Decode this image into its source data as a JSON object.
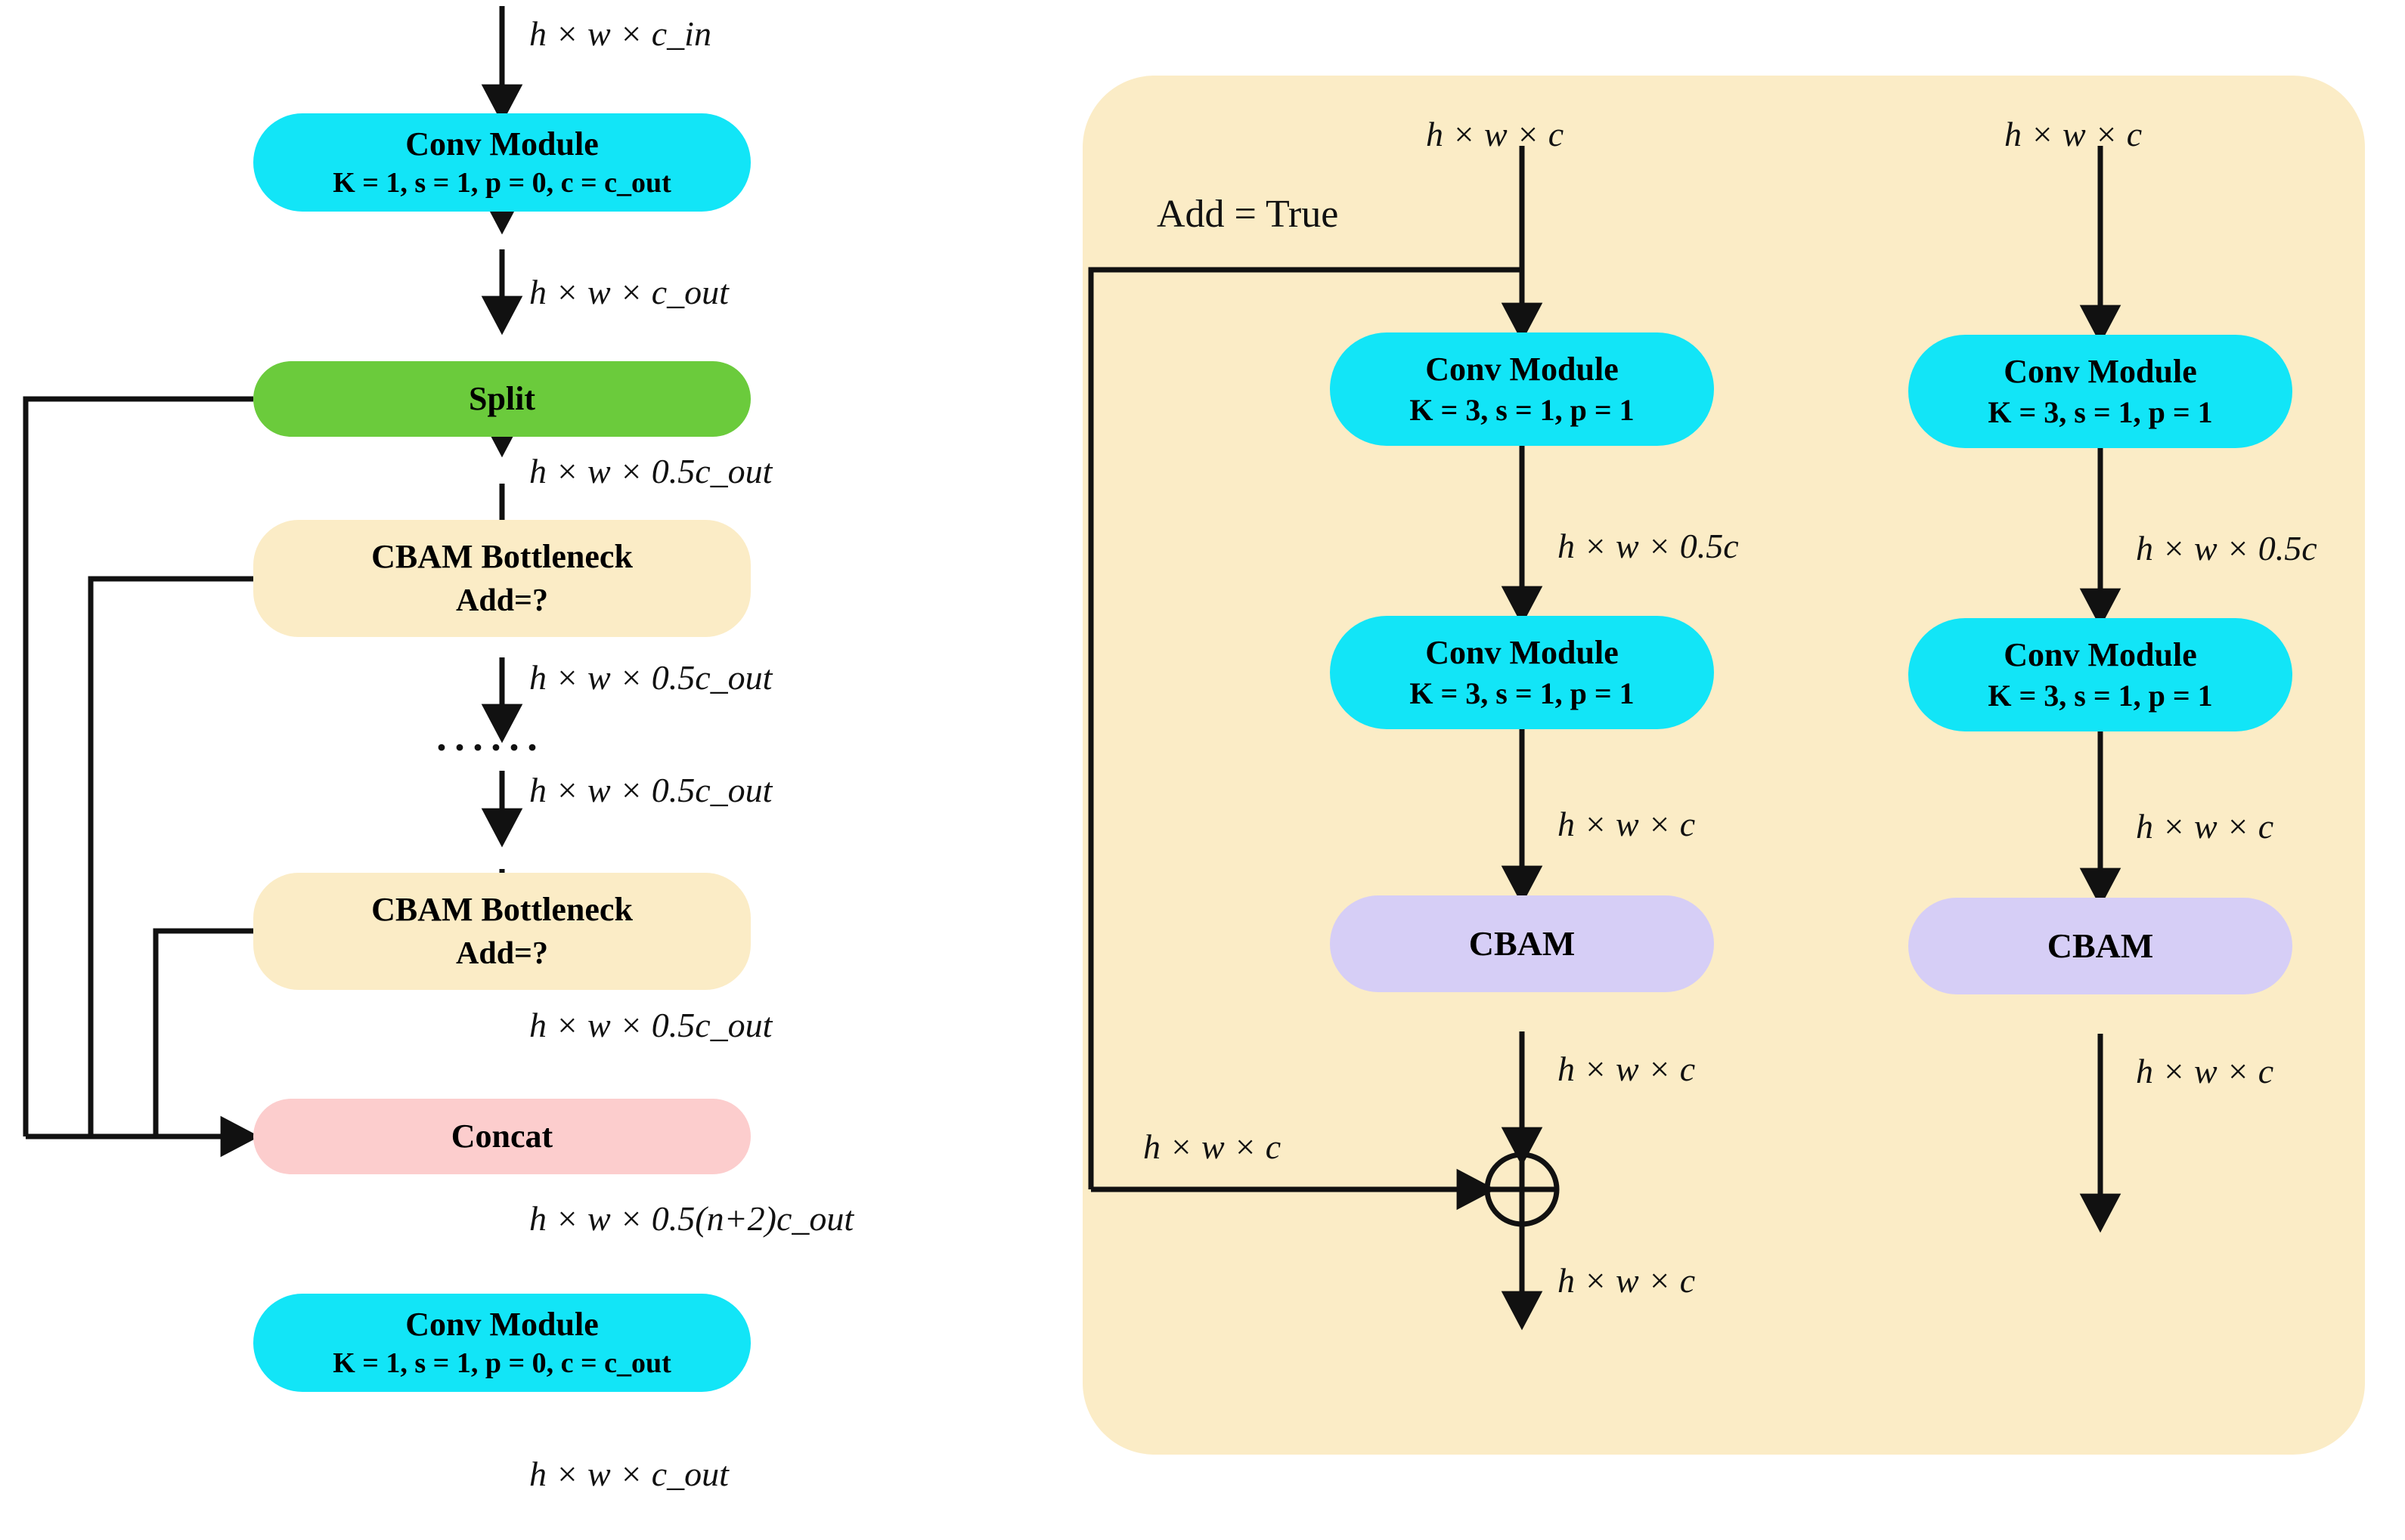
{
  "diagram": {
    "title": "CBAM CSP block and CBAM Bottleneck detail",
    "colors": {
      "conv_module": "#12E5F7",
      "split": "#6BCB3C",
      "cbam_bottleneck": "#FBECC6",
      "concat": "#FCCDCD",
      "cbam": "#D6CEF6",
      "panel_background": "#FBECC6",
      "arrow": "#111111"
    }
  },
  "left_panel": {
    "input_label": "h × w × c_in",
    "nodes": [
      {
        "id": "conv_top",
        "line1": "Conv Module",
        "line2": "K = 1, s = 1, p = 0, c = c_out",
        "color": "#12E5F7"
      },
      {
        "id": "split",
        "line1": "Split",
        "line2": "",
        "color": "#6BCB3C"
      },
      {
        "id": "cbam_bn_1",
        "line1": "CBAM Bottleneck",
        "line2": "Add=?",
        "color": "#FBECC6"
      },
      {
        "id": "cbam_bn_2",
        "line1": "CBAM Bottleneck",
        "line2": "Add=?",
        "color": "#FBECC6"
      },
      {
        "id": "concat",
        "line1": "Concat",
        "line2": "",
        "color": "#FCCDCD"
      },
      {
        "id": "conv_bottom",
        "line1": "Conv Module",
        "line2": "K = 1, s = 1, p = 0, c = c_out",
        "color": "#12E5F7"
      }
    ],
    "edge_labels": {
      "conv_top_to_split": "h × w × c_out",
      "split_to_bn1": "h × w × 0.5c_out",
      "bn1_to_dots": "h × w × 0.5c_out",
      "dots_to_bn2": "h × w × 0.5c_out",
      "bn2_to_concat": "h × w × 0.5c_out",
      "concat_to_conv": "h × w × 0.5(n+2)c_out",
      "output": "h × w × c_out"
    },
    "ellipsis": "······"
  },
  "right_panel": {
    "branch_true": {
      "flag_label": "Add = True",
      "input_label": "h × w × c",
      "nodes": [
        {
          "id": "conv_a1",
          "line1": "Conv Module",
          "line2": "K = 3, s = 1, p = 1",
          "color": "#12E5F7"
        },
        {
          "id": "conv_a2",
          "line1": "Conv Module",
          "line2": "K = 3, s = 1, p = 1",
          "color": "#12E5F7"
        },
        {
          "id": "cbam_a",
          "line1": "CBAM",
          "line2": "",
          "color": "#D6CEF6"
        }
      ],
      "edge_labels": {
        "conv1_to_conv2": "h × w × 0.5c",
        "conv2_to_cbam": "h × w × c",
        "cbam_to_add": "h × w × c",
        "skip_to_add": "h × w × c",
        "output": "h × w × c"
      },
      "add_operator": "⊕"
    },
    "branch_false": {
      "input_label": "h × w × c",
      "nodes": [
        {
          "id": "conv_b1",
          "line1": "Conv Module",
          "line2": "K = 3, s = 1, p = 1",
          "color": "#12E5F7"
        },
        {
          "id": "conv_b2",
          "line1": "Conv Module",
          "line2": "K = 3, s = 1, p = 1",
          "color": "#12E5F7"
        },
        {
          "id": "cbam_b",
          "line1": "CBAM",
          "line2": "",
          "color": "#D6CEF6"
        }
      ],
      "edge_labels": {
        "conv1_to_conv2": "h × w × 0.5c",
        "conv2_to_cbam": "h × w × c",
        "output": "h × w × c"
      }
    }
  }
}
